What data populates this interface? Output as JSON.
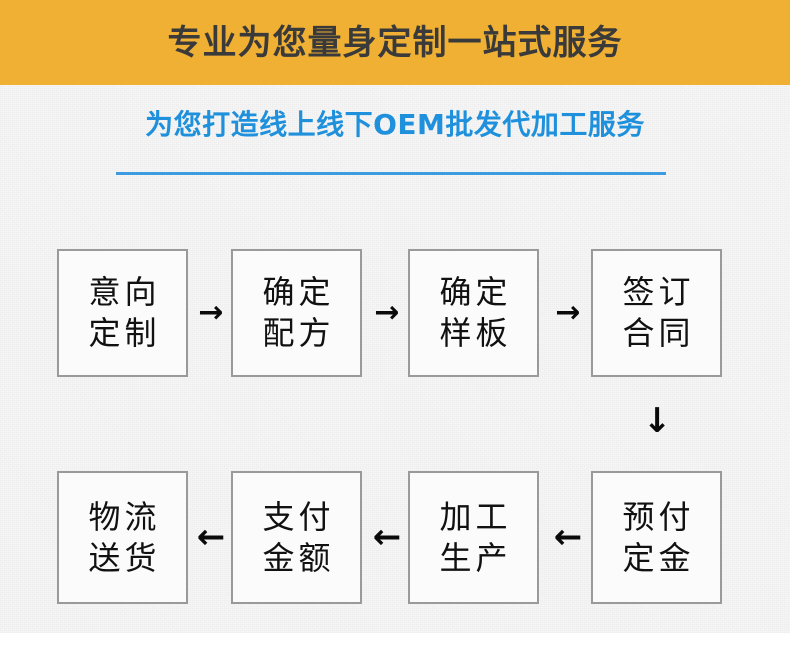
{
  "banner": {
    "title": "专业为您量身定制一站式服务",
    "background_color": "#efb034",
    "text_color": "#3a3a3a"
  },
  "subtitle": {
    "text": "为您打造线上线下OEM批发代加工服务",
    "text_color": "#1e90dc",
    "rule_color": "#3d9be0"
  },
  "flow": {
    "row1": [
      {
        "name": "intent-custom",
        "line1": "意向",
        "line2": "定制"
      },
      {
        "name": "confirm-formula",
        "line1": "确定",
        "line2": "配方"
      },
      {
        "name": "confirm-sample",
        "line1": "确定",
        "line2": "样板"
      },
      {
        "name": "sign-contract",
        "line1": "签订",
        "line2": "合同"
      }
    ],
    "row2": [
      {
        "name": "logistics-delivery",
        "line1": "物流",
        "line2": "送货"
      },
      {
        "name": "pay-amount",
        "line1": "支付",
        "line2": "金额"
      },
      {
        "name": "processing-production",
        "line1": "加工",
        "line2": "生产"
      },
      {
        "name": "prepay-deposit",
        "line1": "预付",
        "line2": "定金"
      }
    ],
    "arrows": {
      "right": "→",
      "left": "←",
      "down": "↓"
    },
    "box_border_color": "#9a9a9a",
    "box_fill_color": "#fbfbfb",
    "text_color": "#111111"
  },
  "background": {
    "page_color": "#ffffff",
    "content_color": "#f7f7f7"
  }
}
